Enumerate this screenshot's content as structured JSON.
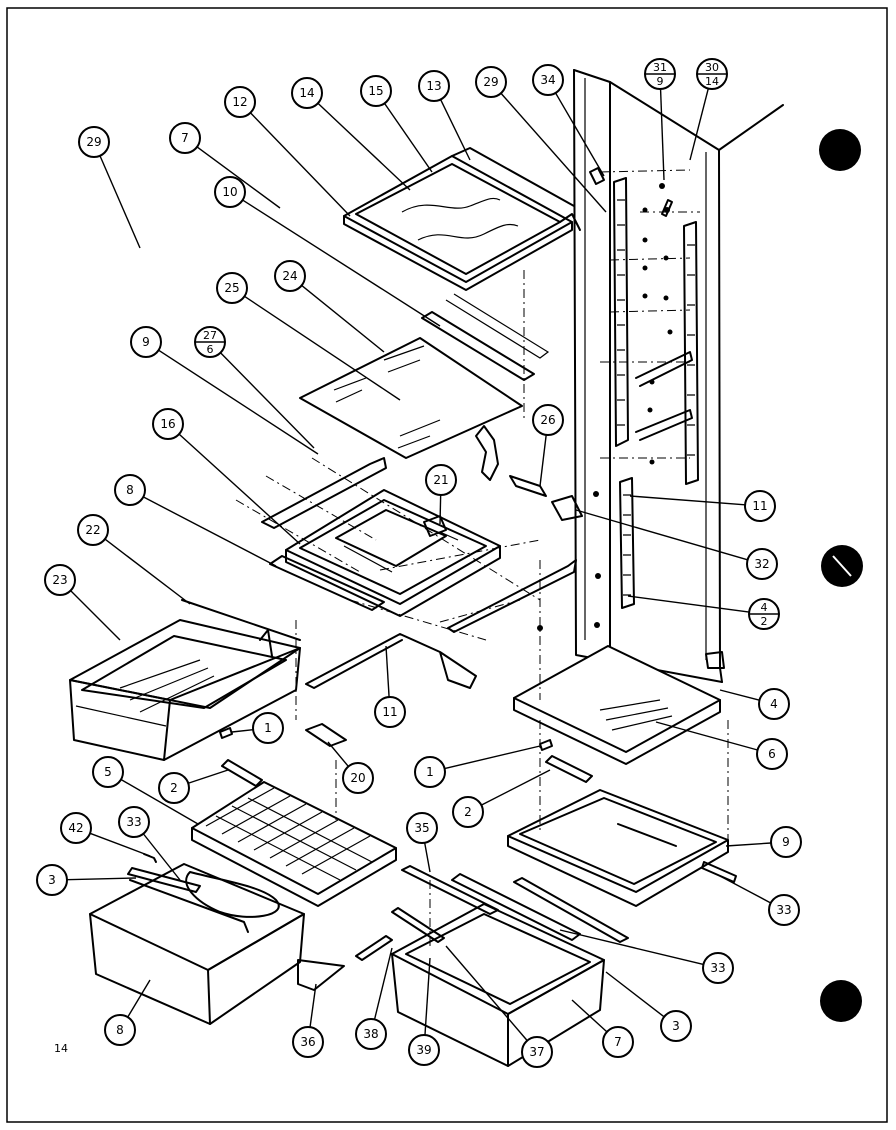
{
  "page_number": "14",
  "callouts": [
    {
      "id": "c29a",
      "label": "29"
    },
    {
      "id": "c7",
      "label": "7"
    },
    {
      "id": "c12",
      "label": "12"
    },
    {
      "id": "c14",
      "label": "14"
    },
    {
      "id": "c15",
      "label": "15"
    },
    {
      "id": "c13",
      "label": "13"
    },
    {
      "id": "c29b",
      "label": "29"
    },
    {
      "id": "c34",
      "label": "34"
    },
    {
      "id": "c10",
      "label": "10"
    },
    {
      "id": "c25",
      "label": "25"
    },
    {
      "id": "c24",
      "label": "24"
    },
    {
      "id": "c9a",
      "label": "9"
    },
    {
      "id": "c16",
      "label": "16"
    },
    {
      "id": "c26",
      "label": "26"
    },
    {
      "id": "c21",
      "label": "21"
    },
    {
      "id": "c8a",
      "label": "8"
    },
    {
      "id": "c22",
      "label": "22"
    },
    {
      "id": "c23",
      "label": "23"
    },
    {
      "id": "c11a",
      "label": "11"
    },
    {
      "id": "c32",
      "label": "32"
    },
    {
      "id": "c1a",
      "label": "1"
    },
    {
      "id": "c20",
      "label": "20"
    },
    {
      "id": "c11b",
      "label": "11"
    },
    {
      "id": "c4",
      "label": "4"
    },
    {
      "id": "c6",
      "label": "6"
    },
    {
      "id": "c5",
      "label": "5"
    },
    {
      "id": "c2a",
      "label": "2"
    },
    {
      "id": "c1b",
      "label": "1"
    },
    {
      "id": "c2b",
      "label": "2"
    },
    {
      "id": "c42",
      "label": "42"
    },
    {
      "id": "c33a",
      "label": "33"
    },
    {
      "id": "c35",
      "label": "35"
    },
    {
      "id": "c9b",
      "label": "9"
    },
    {
      "id": "c3a",
      "label": "3"
    },
    {
      "id": "c33b",
      "label": "33"
    },
    {
      "id": "c33c",
      "label": "33"
    },
    {
      "id": "c8b",
      "label": "8"
    },
    {
      "id": "c36",
      "label": "36"
    },
    {
      "id": "c38",
      "label": "38"
    },
    {
      "id": "c39",
      "label": "39"
    },
    {
      "id": "c37",
      "label": "37"
    },
    {
      "id": "c7b",
      "label": "7"
    },
    {
      "id": "c3b",
      "label": "3"
    }
  ],
  "fractions": [
    {
      "id": "f31",
      "top": "31",
      "bottom": "9"
    },
    {
      "id": "f30",
      "top": "30",
      "bottom": "14"
    },
    {
      "id": "f27",
      "top": "27",
      "bottom": "6"
    },
    {
      "id": "f4",
      "top": "4",
      "bottom": "2"
    }
  ]
}
